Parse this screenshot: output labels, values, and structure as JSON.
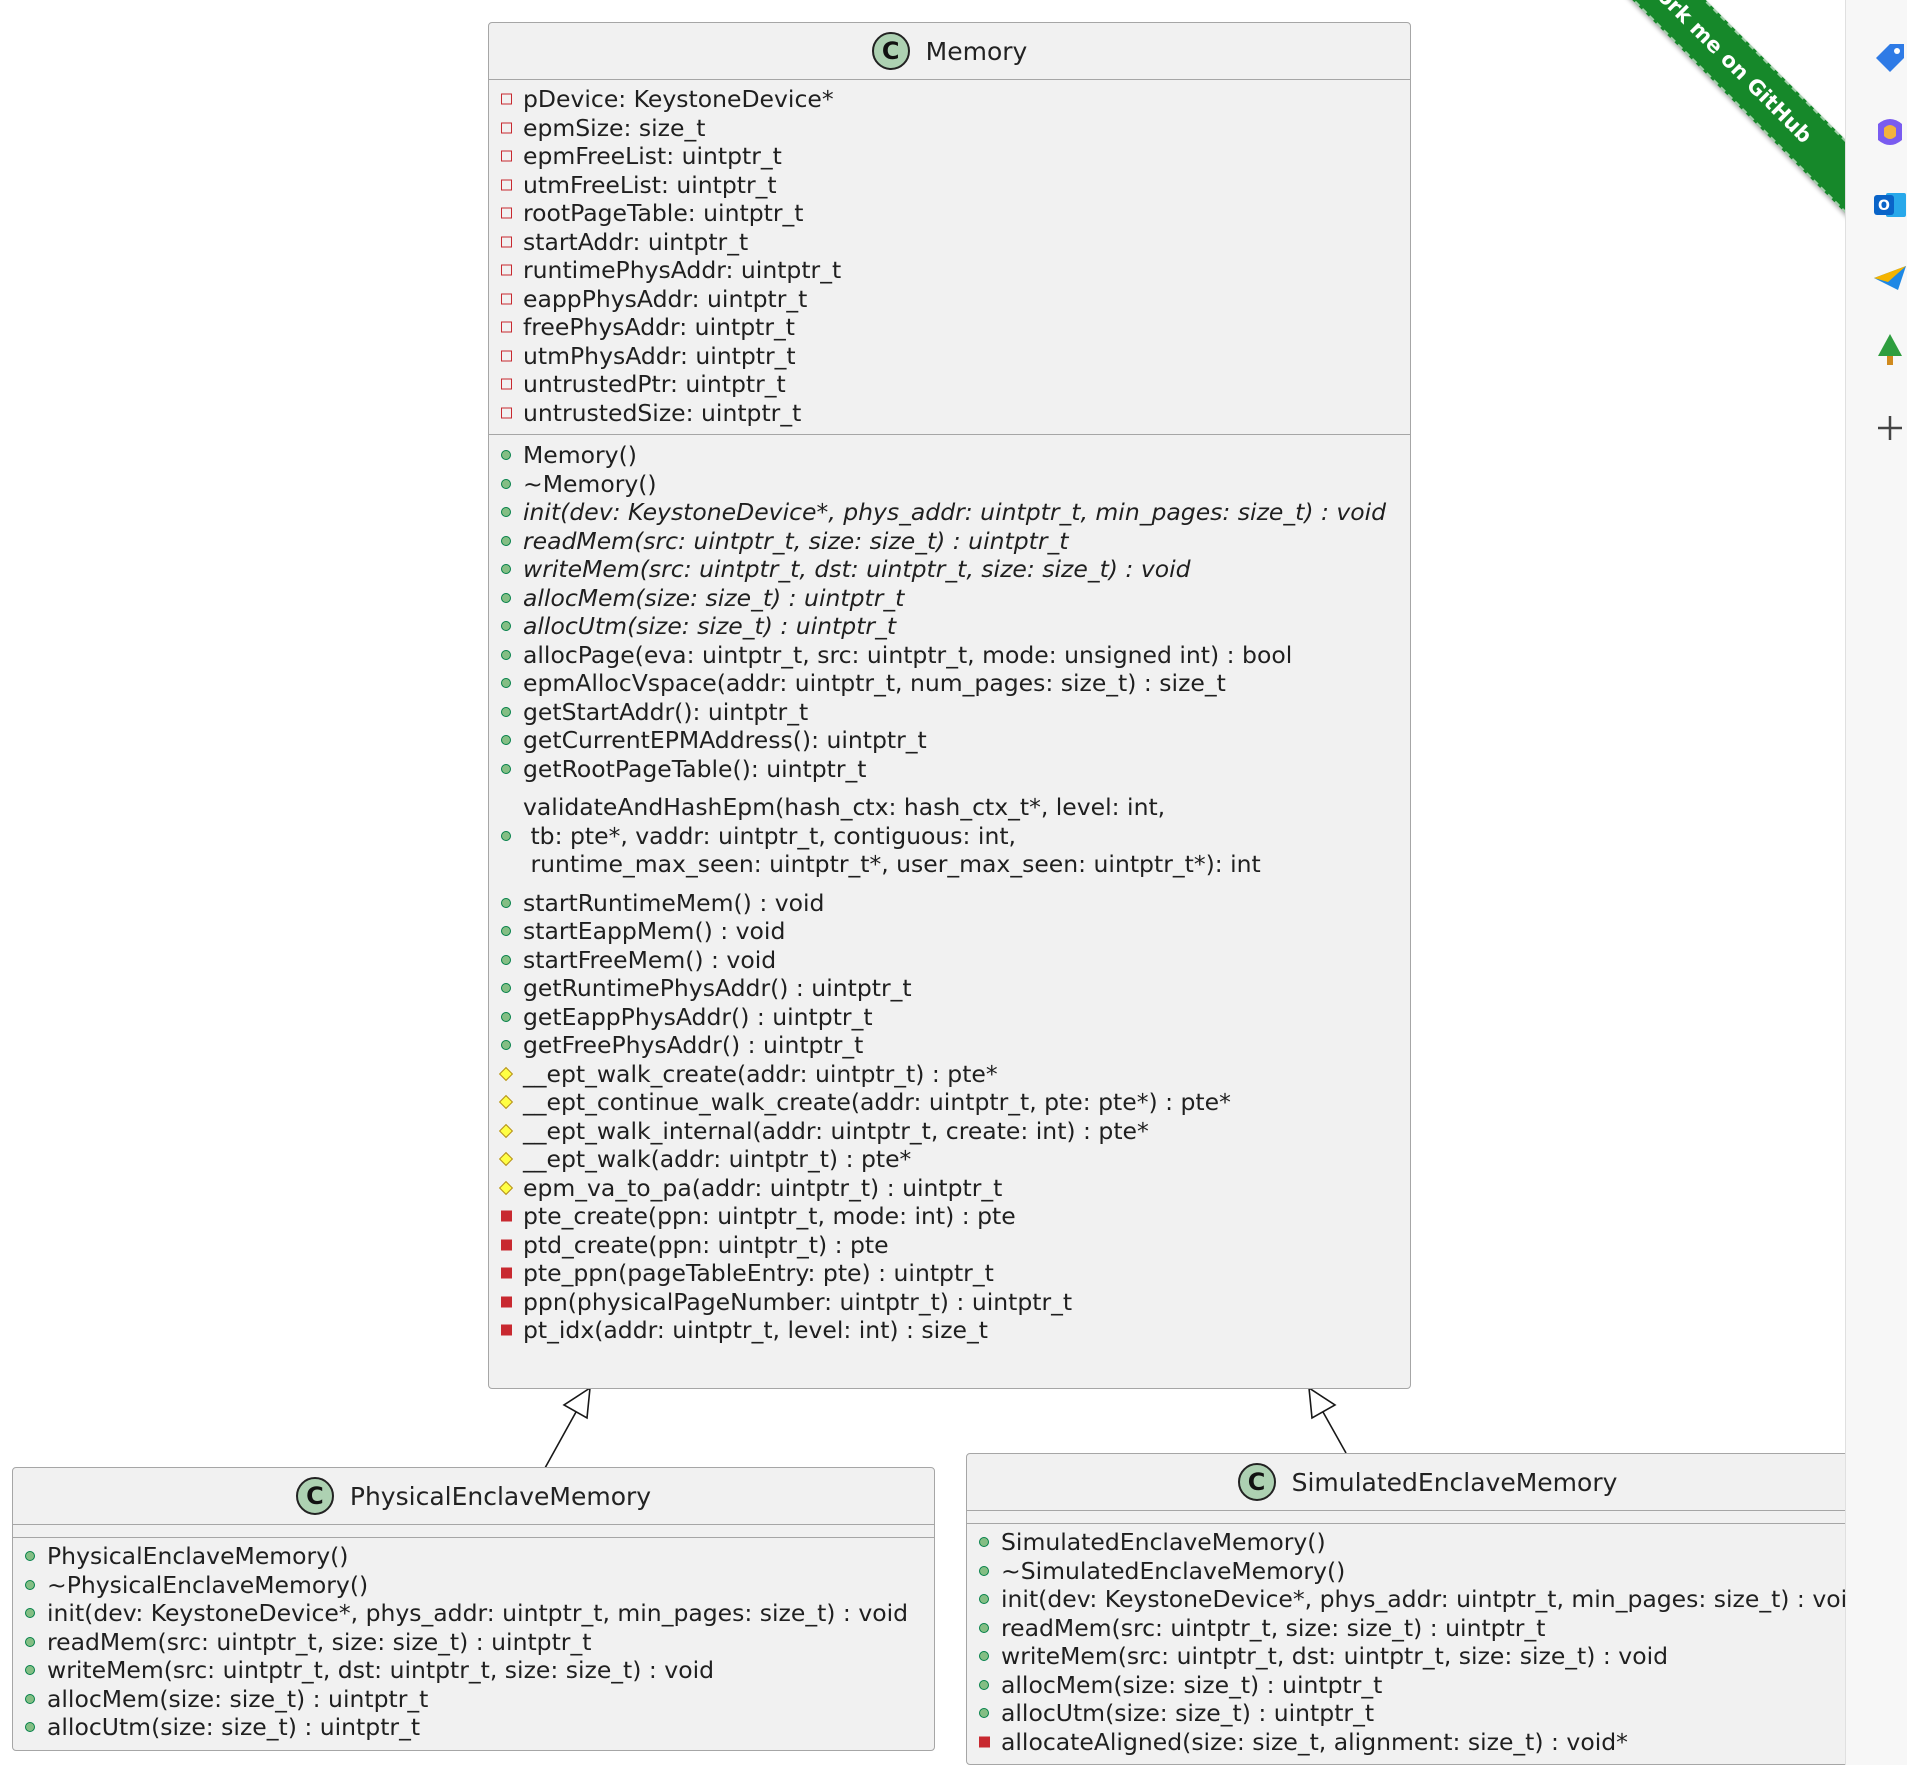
{
  "ribbon": {
    "text": "Fork me on GitHub"
  },
  "classes": {
    "memory": {
      "glyph": "C",
      "name": "Memory",
      "fields": [
        {
          "vis": "private-field",
          "text": "pDevice: KeystoneDevice*"
        },
        {
          "vis": "private-field",
          "text": "epmSize: size_t"
        },
        {
          "vis": "private-field",
          "text": "epmFreeList: uintptr_t"
        },
        {
          "vis": "private-field",
          "text": "utmFreeList: uintptr_t"
        },
        {
          "vis": "private-field",
          "text": "rootPageTable: uintptr_t"
        },
        {
          "vis": "private-field",
          "text": "startAddr: uintptr_t"
        },
        {
          "vis": "private-field",
          "text": "runtimePhysAddr: uintptr_t"
        },
        {
          "vis": "private-field",
          "text": "eappPhysAddr: uintptr_t"
        },
        {
          "vis": "private-field",
          "text": "freePhysAddr: uintptr_t"
        },
        {
          "vis": "private-field",
          "text": "utmPhysAddr: uintptr_t"
        },
        {
          "vis": "private-field",
          "text": "untrustedPtr: uintptr_t"
        },
        {
          "vis": "private-field",
          "text": "untrustedSize: uintptr_t"
        }
      ],
      "methods": [
        {
          "vis": "public",
          "text": "Memory()"
        },
        {
          "vis": "public",
          "text": "~Memory()"
        },
        {
          "vis": "public",
          "italic": true,
          "text": "init(dev: KeystoneDevice*, phys_addr: uintptr_t, min_pages: size_t) : void"
        },
        {
          "vis": "public",
          "italic": true,
          "text": "readMem(src: uintptr_t, size: size_t) : uintptr_t"
        },
        {
          "vis": "public",
          "italic": true,
          "text": "writeMem(src: uintptr_t, dst: uintptr_t, size: size_t) : void"
        },
        {
          "vis": "public",
          "italic": true,
          "text": "allocMem(size: size_t) : uintptr_t"
        },
        {
          "vis": "public",
          "italic": true,
          "text": "allocUtm(size: size_t) : uintptr_t"
        },
        {
          "vis": "public",
          "text": "allocPage(eva: uintptr_t, src: uintptr_t, mode: unsigned int) : bool"
        },
        {
          "vis": "public",
          "text": "epmAllocVspace(addr: uintptr_t, num_pages: size_t) : size_t"
        },
        {
          "vis": "public",
          "text": "getStartAddr(): uintptr_t"
        },
        {
          "vis": "public",
          "text": "getCurrentEPMAddress(): uintptr_t"
        },
        {
          "vis": "public",
          "text": "getRootPageTable(): uintptr_t"
        },
        {
          "vis": "public",
          "multi": true,
          "text": "validateAndHashEpm(hash_ctx: hash_ctx_t*, level: int,\n tb: pte*, vaddr: uintptr_t, contiguous: int,\n runtime_max_seen: uintptr_t*, user_max_seen: uintptr_t*): int"
        },
        {
          "vis": "public",
          "text": "startRuntimeMem() : void"
        },
        {
          "vis": "public",
          "text": "startEappMem() : void"
        },
        {
          "vis": "public",
          "text": "startFreeMem() : void"
        },
        {
          "vis": "public",
          "text": "getRuntimePhysAddr() : uintptr_t"
        },
        {
          "vis": "public",
          "text": "getEappPhysAddr() : uintptr_t"
        },
        {
          "vis": "public",
          "text": "getFreePhysAddr() : uintptr_t"
        },
        {
          "vis": "protected",
          "text": "__ept_walk_create(addr: uintptr_t) : pte*"
        },
        {
          "vis": "protected",
          "text": "__ept_continue_walk_create(addr: uintptr_t, pte: pte*) : pte*"
        },
        {
          "vis": "protected",
          "text": "__ept_walk_internal(addr: uintptr_t, create: int) : pte*"
        },
        {
          "vis": "protected",
          "text": "__ept_walk(addr: uintptr_t) : pte*"
        },
        {
          "vis": "protected",
          "text": "epm_va_to_pa(addr: uintptr_t) : uintptr_t"
        },
        {
          "vis": "private-method",
          "text": "pte_create(ppn: uintptr_t, mode: int) : pte"
        },
        {
          "vis": "private-method",
          "text": "ptd_create(ppn: uintptr_t) : pte"
        },
        {
          "vis": "private-method",
          "text": "pte_ppn(pageTableEntry: pte) : uintptr_t"
        },
        {
          "vis": "private-method",
          "text": "ppn(physicalPageNumber: uintptr_t) : uintptr_t"
        },
        {
          "vis": "private-method",
          "text": "pt_idx(addr: uintptr_t, level: int) : size_t"
        }
      ]
    },
    "physical": {
      "glyph": "C",
      "name": "PhysicalEnclaveMemory",
      "fields": [],
      "methods": [
        {
          "vis": "public",
          "text": "PhysicalEnclaveMemory()"
        },
        {
          "vis": "public",
          "text": "~PhysicalEnclaveMemory()"
        },
        {
          "vis": "public",
          "text": "init(dev: KeystoneDevice*, phys_addr: uintptr_t, min_pages: size_t) : void"
        },
        {
          "vis": "public",
          "text": "readMem(src: uintptr_t, size: size_t) : uintptr_t"
        },
        {
          "vis": "public",
          "text": "writeMem(src: uintptr_t, dst: uintptr_t, size: size_t) : void"
        },
        {
          "vis": "public",
          "text": "allocMem(size: size_t) : uintptr_t"
        },
        {
          "vis": "public",
          "text": "allocUtm(size: size_t) : uintptr_t"
        }
      ]
    },
    "simulated": {
      "glyph": "C",
      "name": "SimulatedEnclaveMemory",
      "fields": [],
      "methods": [
        {
          "vis": "public",
          "text": "SimulatedEnclaveMemory()"
        },
        {
          "vis": "public",
          "text": "~SimulatedEnclaveMemory()"
        },
        {
          "vis": "public",
          "text": "init(dev: KeystoneDevice*, phys_addr: uintptr_t, min_pages: size_t) : void"
        },
        {
          "vis": "public",
          "text": "readMem(src: uintptr_t, size: size_t) : uintptr_t"
        },
        {
          "vis": "public",
          "text": "writeMem(src: uintptr_t, dst: uintptr_t, size: size_t) : void"
        },
        {
          "vis": "public",
          "text": "allocMem(size: size_t) : uintptr_t"
        },
        {
          "vis": "public",
          "text": "allocUtm(size: size_t) : uintptr_t"
        },
        {
          "vis": "private-method",
          "text": "allocateAligned(size: size_t, alignment: size_t) : void*"
        }
      ]
    }
  },
  "relations": [
    {
      "from": "PhysicalEnclaveMemory",
      "to": "Memory",
      "type": "inheritance"
    },
    {
      "from": "SimulatedEnclaveMemory",
      "to": "Memory",
      "type": "inheritance"
    }
  ],
  "sidebar": {
    "items": [
      {
        "icon": "tag-icon",
        "color": "#2f7be6"
      },
      {
        "icon": "copilot-icon",
        "color": "#7a5cf0"
      },
      {
        "icon": "outlook-icon",
        "color": "#0a64c8"
      },
      {
        "icon": "send-icon",
        "color": "#1e88e5"
      },
      {
        "icon": "tree-icon",
        "color": "#2e9d3e"
      },
      {
        "icon": "plus-icon",
        "color": "#444444"
      }
    ]
  }
}
